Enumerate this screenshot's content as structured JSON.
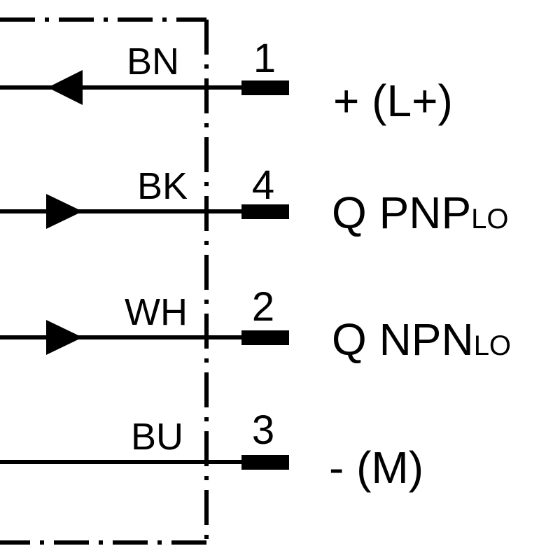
{
  "pins": [
    {
      "wire_color": "BN",
      "pin": "1",
      "function": "+ (L+)",
      "subscript": "",
      "arrow": "left"
    },
    {
      "wire_color": "BK",
      "pin": "4",
      "function": "Q PNP",
      "subscript": "LO",
      "arrow": "right"
    },
    {
      "wire_color": "WH",
      "pin": "2",
      "function": "Q NPN",
      "subscript": "LO",
      "arrow": "right"
    },
    {
      "wire_color": "BU",
      "pin": "3",
      "function": "- (M)",
      "subscript": "",
      "arrow": "none"
    }
  ]
}
